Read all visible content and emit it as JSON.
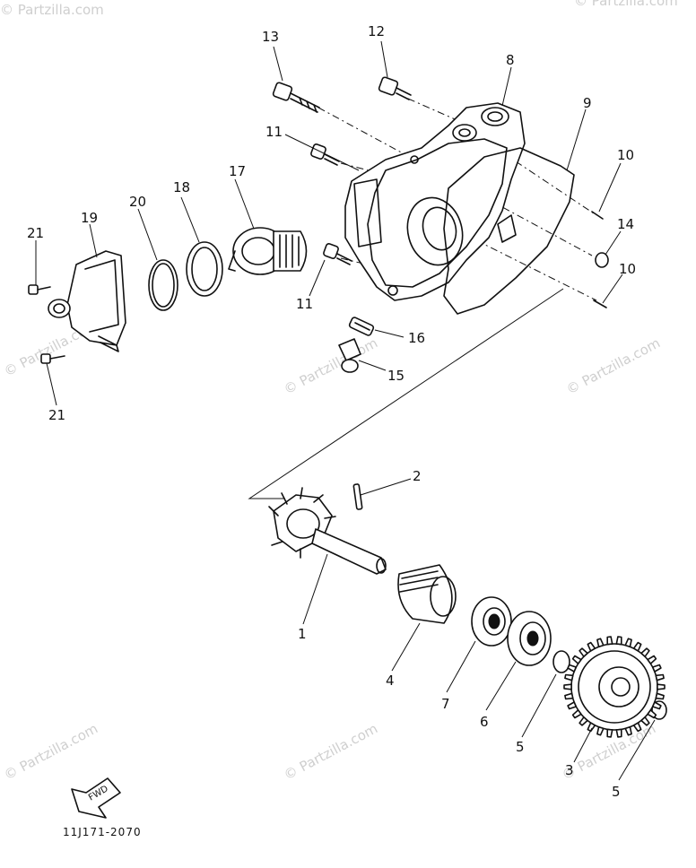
{
  "watermarks": [
    "© Partzilla.com",
    "© Partzilla.com",
    "© Partzilla.com",
    "© Partzilla.com",
    "© Partzilla.com",
    "© Partzilla.com",
    "© Partzilla.com",
    "© Partzilla.com"
  ],
  "callouts": {
    "c1": "1",
    "c2": "2",
    "c3": "3",
    "c4": "4",
    "c5a": "5",
    "c5b": "5",
    "c6": "6",
    "c7": "7",
    "c8": "8",
    "c9": "9",
    "c10a": "10",
    "c10b": "10",
    "c11a": "11",
    "c11b": "11",
    "c12": "12",
    "c13": "13",
    "c14": "14",
    "c15": "15",
    "c16": "16",
    "c17": "17",
    "c18": "18",
    "c19": "19",
    "c20": "20",
    "c21a": "21",
    "c21b": "21"
  },
  "fwd_label": "FWD",
  "diagram_code": "11J171-2070"
}
